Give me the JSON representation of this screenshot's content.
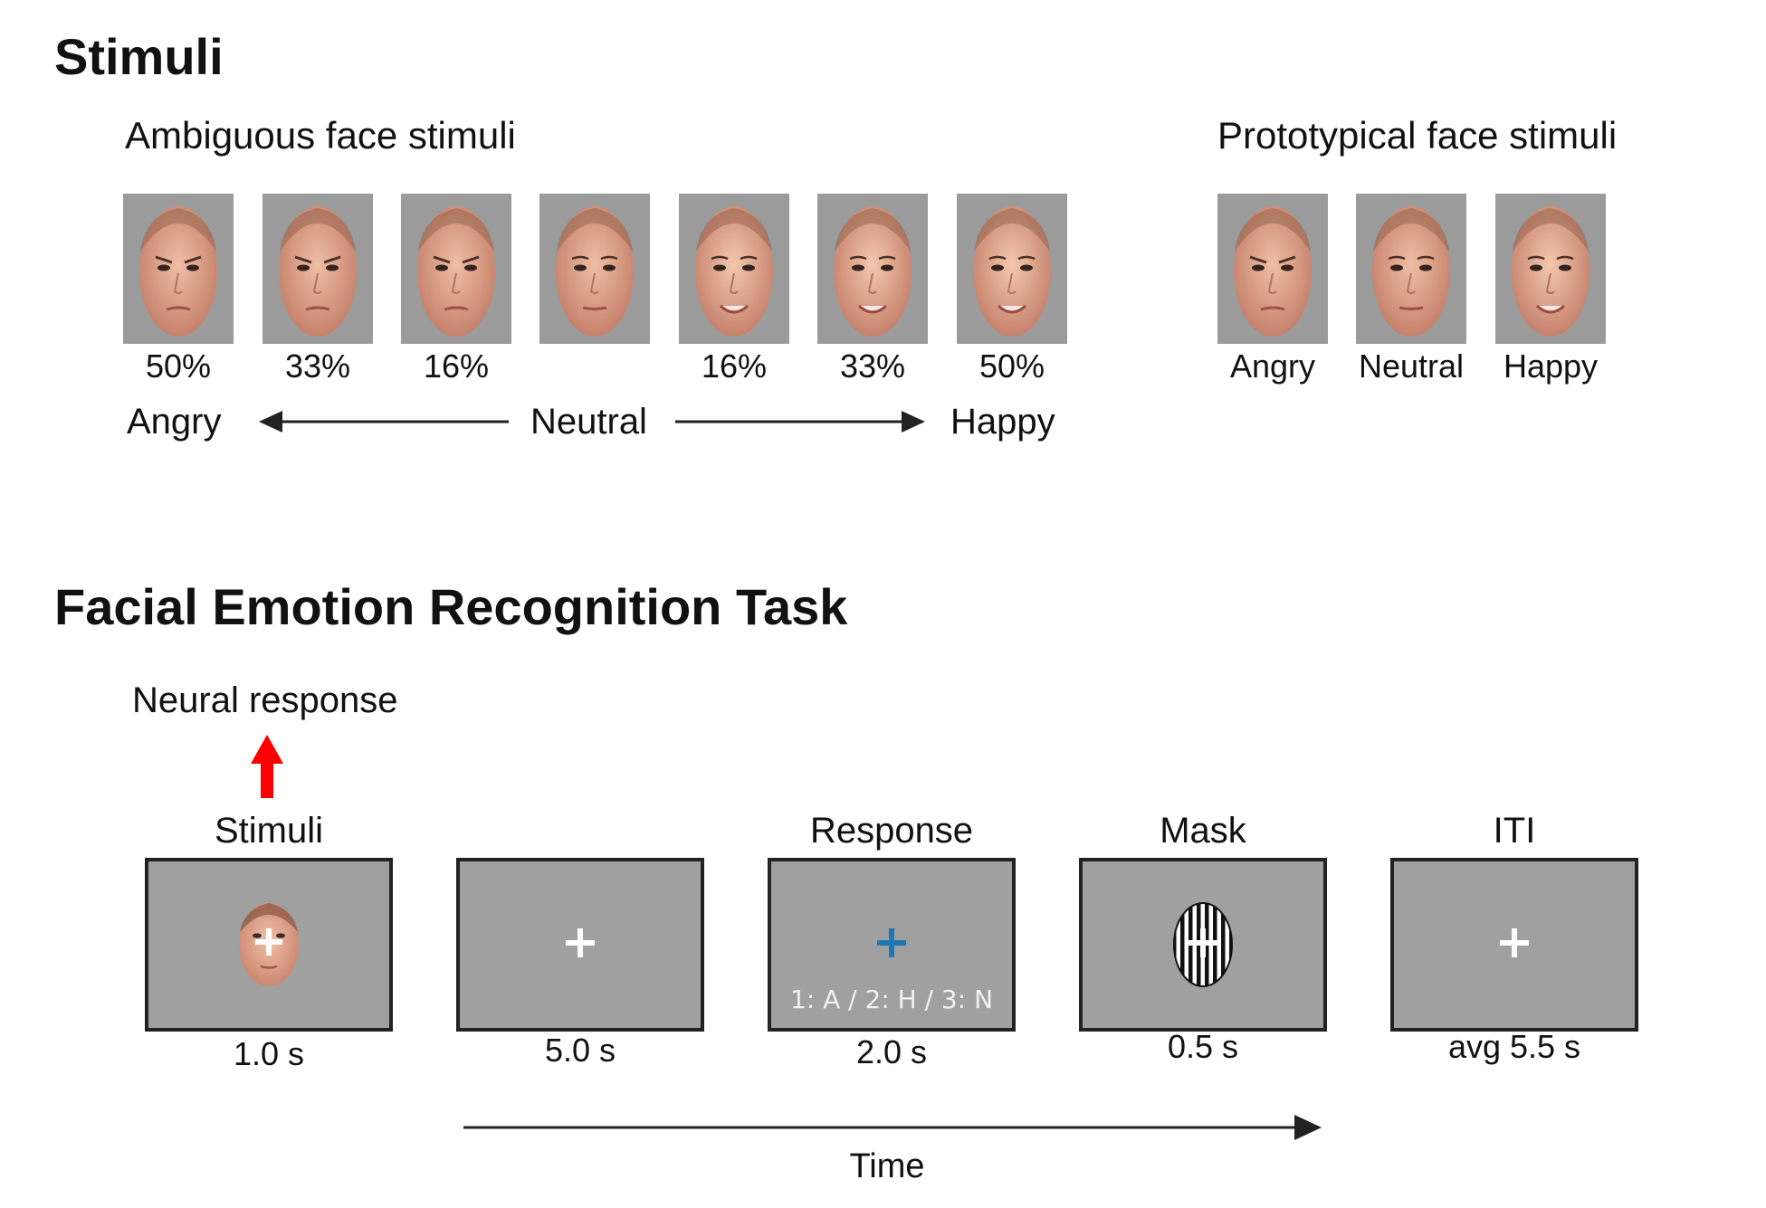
{
  "stimuli_section": {
    "title": "Stimuli",
    "ambiguous": {
      "heading": "Ambiguous face stimuli",
      "faces": [
        {
          "label": "50%",
          "expression": "angry-face"
        },
        {
          "label": "33%",
          "expression": "angry-face"
        },
        {
          "label": "16%",
          "expression": "angry-face"
        },
        {
          "label": "",
          "expression": "neutral-face"
        },
        {
          "label": "16%",
          "expression": "happy-face"
        },
        {
          "label": "33%",
          "expression": "happy-face"
        },
        {
          "label": "50%",
          "expression": "happy-face"
        }
      ],
      "axis": {
        "left": "Angry",
        "center": "Neutral",
        "right": "Happy"
      }
    },
    "prototypical": {
      "heading": "Prototypical face stimuli",
      "faces": [
        {
          "label": "Angry",
          "expression": "angry-face"
        },
        {
          "label": "Neutral",
          "expression": "neutral-face"
        },
        {
          "label": "Happy",
          "expression": "happy-face"
        }
      ]
    }
  },
  "task_section": {
    "title": "Facial Emotion Recognition Task",
    "neural_response_label": "Neural response",
    "screens": [
      {
        "label": "Stimuli",
        "duration": "1.0 s",
        "content": "face-with-fixation-cross"
      },
      {
        "label": "",
        "duration": "5.0 s",
        "content": "fixation-cross"
      },
      {
        "label": "Response",
        "duration": "2.0 s",
        "content": "blue-fixation-cross",
        "response_text": "1: A / 2: H / 3: N"
      },
      {
        "label": "Mask",
        "duration": "0.5 s",
        "content": "striped-mask"
      },
      {
        "label": "ITI",
        "duration": "avg 5.5 s",
        "content": "fixation-cross"
      }
    ],
    "time_label": "Time"
  },
  "colors": {
    "frame_gray": "#9b9b9b",
    "skin": "#e2a58c",
    "red_arrow": "#ff0000",
    "blue_cross": "#1f78b4"
  }
}
